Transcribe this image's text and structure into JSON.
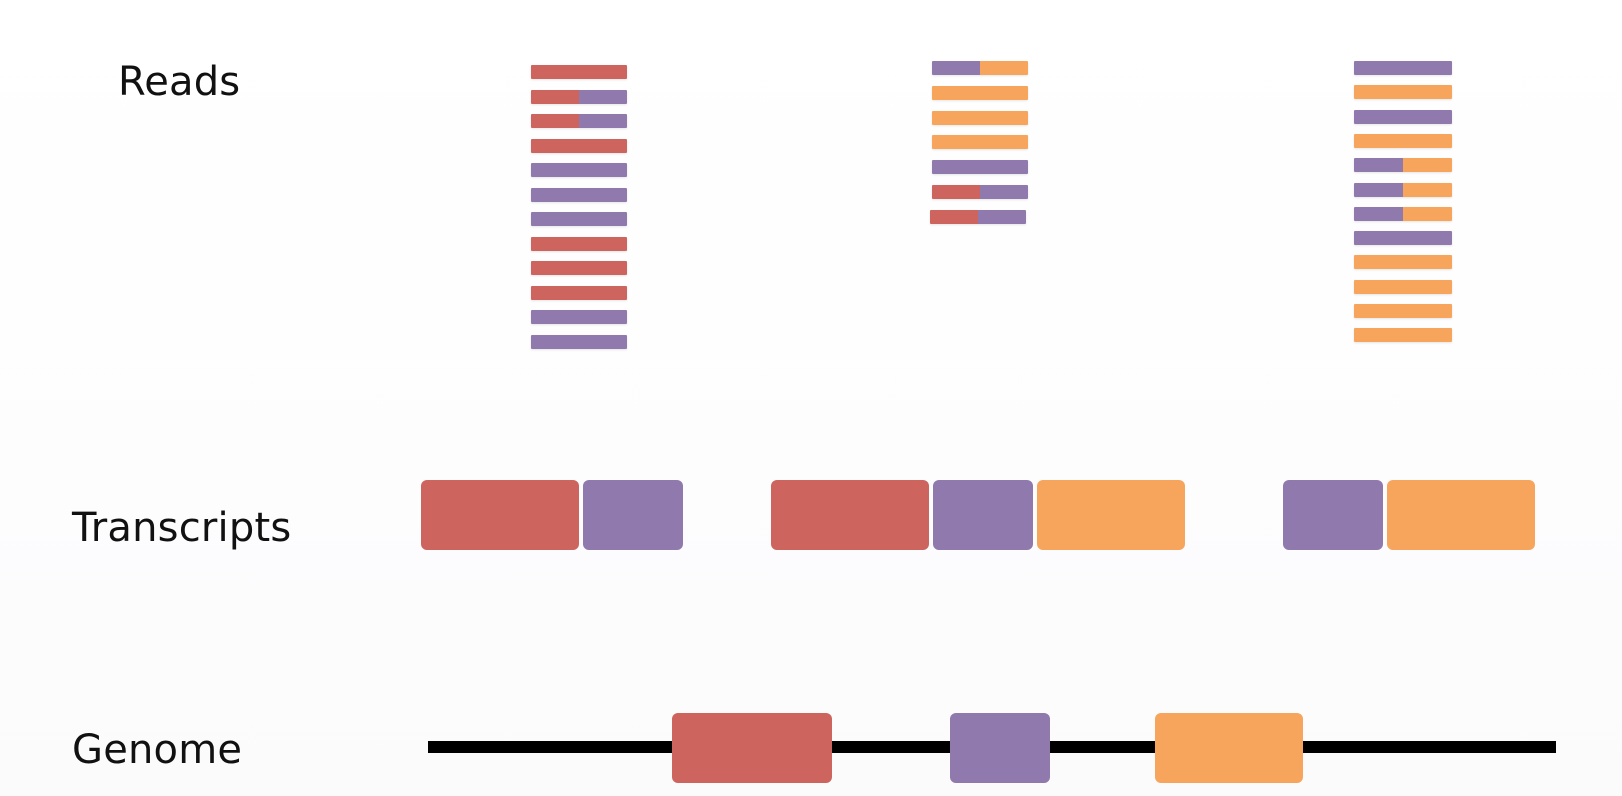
{
  "labels": {
    "reads": "Reads",
    "transcripts": "Transcripts",
    "genome": "Genome"
  },
  "colors": {
    "red": "#cd645e",
    "purple": "#8f79ad",
    "orange": "#f7a55d",
    "line": "#000000"
  },
  "reads": {
    "left_column": [
      [
        "red"
      ],
      [
        "red",
        "purple"
      ],
      [
        "red",
        "purple"
      ],
      [
        "red"
      ],
      [
        "purple"
      ],
      [
        "purple"
      ],
      [
        "purple"
      ],
      [
        "red"
      ],
      [
        "red"
      ],
      [
        "red"
      ],
      [
        "purple"
      ],
      [
        "purple"
      ]
    ],
    "middle_column": [
      [
        "purple",
        "orange"
      ],
      [
        "orange"
      ],
      [
        "orange"
      ],
      [
        "orange"
      ],
      [
        "purple"
      ],
      [
        "red",
        "purple"
      ],
      [
        "red",
        "purple"
      ]
    ],
    "right_column": [
      [
        "purple"
      ],
      [
        "orange"
      ],
      [
        "purple"
      ],
      [
        "orange"
      ],
      [
        "purple",
        "orange"
      ],
      [
        "purple",
        "orange"
      ],
      [
        "purple",
        "orange"
      ],
      [
        "purple"
      ],
      [
        "orange"
      ],
      [
        "orange"
      ],
      [
        "orange"
      ],
      [
        "orange"
      ]
    ]
  },
  "transcripts": [
    [
      "red",
      "purple"
    ],
    [
      "red",
      "purple",
      "orange"
    ],
    [
      "purple",
      "orange"
    ]
  ],
  "genome": {
    "exons": [
      "red",
      "purple",
      "orange"
    ]
  }
}
